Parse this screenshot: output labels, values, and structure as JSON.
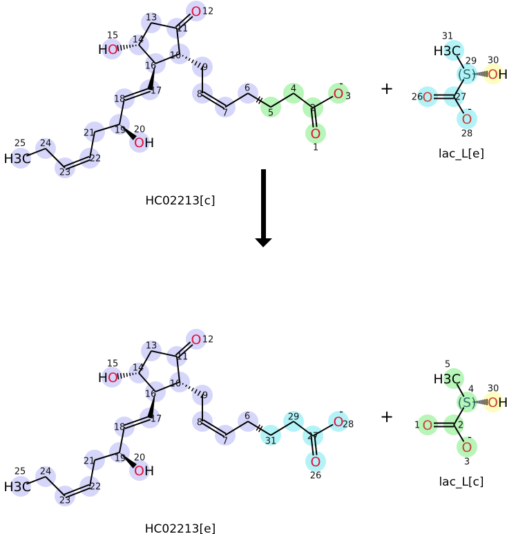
{
  "colors": {
    "lavender": "#d6d6fa",
    "green": "#b8f5b8",
    "cyan": "#b3f3f7",
    "yellow": "#fdfdbf",
    "oxygen": "#e0103a",
    "oxygen_lac": "#c8403a",
    "bond": "#000000"
  },
  "plus_sign": "+",
  "arrow": {
    "direction": "down"
  },
  "reactants": [
    {
      "name": "HC02213[c]",
      "atoms": [
        {
          "num": "1",
          "symbol": "O",
          "highlight": "green"
        },
        {
          "num": "2",
          "highlight": "green"
        },
        {
          "num": "3",
          "symbol": "O",
          "charge": "-",
          "highlight": "green"
        },
        {
          "num": "4",
          "highlight": "green"
        },
        {
          "num": "5",
          "highlight": "green"
        },
        {
          "num": "6",
          "highlight": "lavender"
        },
        {
          "num": "7",
          "highlight": "lavender"
        },
        {
          "num": "8",
          "highlight": "lavender"
        },
        {
          "num": "9",
          "highlight": "lavender"
        },
        {
          "num": "10",
          "highlight": "lavender"
        },
        {
          "num": "11",
          "highlight": "lavender"
        },
        {
          "num": "12",
          "symbol": "O",
          "highlight": "lavender"
        },
        {
          "num": "13",
          "highlight": "lavender"
        },
        {
          "num": "14",
          "highlight": "lavender"
        },
        {
          "num": "15",
          "symbol": "HO",
          "highlight": "lavender"
        },
        {
          "num": "16",
          "highlight": "lavender"
        },
        {
          "num": "17",
          "highlight": "lavender"
        },
        {
          "num": "18",
          "highlight": "lavender"
        },
        {
          "num": "19",
          "highlight": "lavender"
        },
        {
          "num": "20",
          "symbol": "OH",
          "highlight": "lavender"
        },
        {
          "num": "21",
          "highlight": "lavender"
        },
        {
          "num": "22",
          "highlight": "lavender"
        },
        {
          "num": "23",
          "highlight": "lavender"
        },
        {
          "num": "24",
          "highlight": "lavender"
        },
        {
          "num": "25",
          "symbol": "H3C",
          "highlight": "lavender"
        }
      ]
    },
    {
      "name": "lac_L[e]",
      "atoms": [
        {
          "num": "31",
          "symbol": "H3C",
          "highlight": "cyan"
        },
        {
          "num": "29",
          "symbol": "(S)",
          "highlight": "cyan"
        },
        {
          "num": "30",
          "symbol": "OH",
          "highlight": "yellow"
        },
        {
          "num": "27",
          "highlight": "cyan"
        },
        {
          "num": "26",
          "symbol": "O",
          "highlight": "cyan"
        },
        {
          "num": "28",
          "symbol": "O",
          "charge": "-",
          "highlight": "cyan"
        }
      ]
    }
  ],
  "products": [
    {
      "name": "HC02213[e]",
      "atoms": [
        {
          "num": "26",
          "symbol": "O",
          "highlight": "cyan"
        },
        {
          "num": "27",
          "highlight": "cyan"
        },
        {
          "num": "28",
          "symbol": "O",
          "charge": "-",
          "highlight": "cyan"
        },
        {
          "num": "29",
          "highlight": "cyan"
        },
        {
          "num": "31",
          "highlight": "cyan"
        },
        {
          "num": "6",
          "highlight": "lavender"
        },
        {
          "num": "7",
          "highlight": "lavender"
        },
        {
          "num": "8",
          "highlight": "lavender"
        },
        {
          "num": "9",
          "highlight": "lavender"
        },
        {
          "num": "10",
          "highlight": "lavender"
        },
        {
          "num": "11",
          "highlight": "lavender"
        },
        {
          "num": "12",
          "symbol": "O",
          "highlight": "lavender"
        },
        {
          "num": "13",
          "highlight": "lavender"
        },
        {
          "num": "14",
          "highlight": "lavender"
        },
        {
          "num": "15",
          "symbol": "HO",
          "highlight": "lavender"
        },
        {
          "num": "16",
          "highlight": "lavender"
        },
        {
          "num": "17",
          "highlight": "lavender"
        },
        {
          "num": "18",
          "highlight": "lavender"
        },
        {
          "num": "19",
          "highlight": "lavender"
        },
        {
          "num": "20",
          "symbol": "OH",
          "highlight": "lavender"
        },
        {
          "num": "21",
          "highlight": "lavender"
        },
        {
          "num": "22",
          "highlight": "lavender"
        },
        {
          "num": "23",
          "highlight": "lavender"
        },
        {
          "num": "24",
          "highlight": "lavender"
        },
        {
          "num": "25",
          "symbol": "H3C",
          "highlight": "lavender"
        }
      ]
    },
    {
      "name": "lac_L[c]",
      "atoms": [
        {
          "num": "5",
          "symbol": "H3C",
          "highlight": "green"
        },
        {
          "num": "4",
          "symbol": "(S)",
          "highlight": "green"
        },
        {
          "num": "30",
          "symbol": "OH",
          "highlight": "yellow"
        },
        {
          "num": "2",
          "highlight": "green"
        },
        {
          "num": "1",
          "symbol": "O",
          "highlight": "green"
        },
        {
          "num": "3",
          "symbol": "O",
          "charge": "-",
          "highlight": "green"
        }
      ]
    }
  ]
}
